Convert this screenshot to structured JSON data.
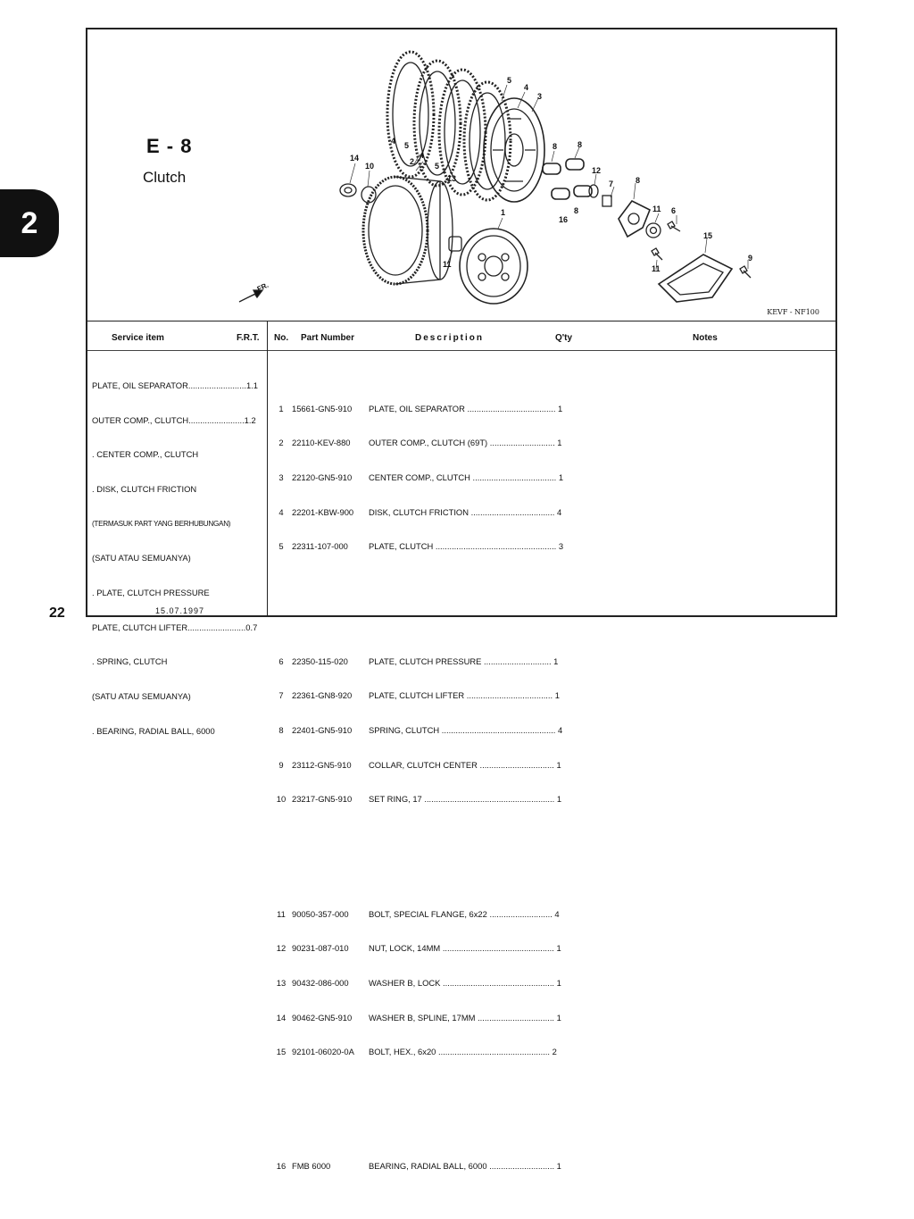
{
  "section_tab": "2",
  "page_number": "22",
  "diagram": {
    "title": "E - 8",
    "subtitle": "Clutch",
    "drawing_code": "KEVF - NF100",
    "front_marker": "FR.",
    "callouts": [
      "5",
      "4",
      "3",
      "8",
      "8",
      "14",
      "10",
      "2",
      "4",
      "5",
      "4",
      "5",
      "13",
      "12",
      "7",
      "8",
      "8",
      "16",
      "11",
      "6",
      "1",
      "15",
      "9",
      "11"
    ]
  },
  "table": {
    "headers": {
      "service_item": "Service item",
      "frt": "F.R.T.",
      "no": "No.",
      "part_number": "Part Number",
      "description": "Description",
      "qty": "Q'ty",
      "notes": "Notes"
    },
    "service_items": [
      "PLATE, OIL SEPARATOR.........................1.1",
      "OUTER COMP., CLUTCH........................1.2",
      ". CENTER COMP., CLUTCH",
      ". DISK, CLUTCH FRICTION",
      "(TERMASUK PART YANG BERHUBUNGAN)",
      "(SATU ATAU SEMUANYA)",
      ". PLATE, CLUTCH PRESSURE",
      "PLATE, CLUTCH LIFTER.........................0.7",
      ". SPRING, CLUTCH",
      "(SATU ATAU SEMUANYA)",
      ". BEARING, RADIAL BALL, 6000"
    ],
    "groups": [
      [
        {
          "no": "1",
          "part": "15661-GN5-910",
          "desc": "PLATE, OIL SEPARATOR ...................................... 1"
        },
        {
          "no": "2",
          "part": "22110-KEV-880",
          "desc": "OUTER COMP., CLUTCH (69T) ............................ 1"
        },
        {
          "no": "3",
          "part": "22120-GN5-910",
          "desc": "CENTER COMP., CLUTCH .................................... 1"
        },
        {
          "no": "4",
          "part": "22201-KBW-900",
          "desc": "DISK, CLUTCH FRICTION .................................... 4"
        },
        {
          "no": "5",
          "part": "22311-107-000",
          "desc": "PLATE, CLUTCH .................................................... 3"
        }
      ],
      [
        {
          "no": "6",
          "part": "22350-115-020",
          "desc": "PLATE, CLUTCH PRESSURE ............................. 1"
        },
        {
          "no": "7",
          "part": "22361-GN8-920",
          "desc": "PLATE, CLUTCH LIFTER ..................................... 1"
        },
        {
          "no": "8",
          "part": "22401-GN5-910",
          "desc": "SPRING, CLUTCH ................................................. 4"
        },
        {
          "no": "9",
          "part": "23112-GN5-910",
          "desc": "COLLAR, CLUTCH CENTER ................................ 1"
        },
        {
          "no": "10",
          "part": "23217-GN5-910",
          "desc": "SET RING, 17 ........................................................ 1"
        }
      ],
      [
        {
          "no": "11",
          "part": "90050-357-000",
          "desc": "BOLT, SPECIAL FLANGE, 6x22 ........................... 4"
        },
        {
          "no": "12",
          "part": "90231-087-010",
          "desc": "NUT, LOCK, 14MM ................................................ 1"
        },
        {
          "no": "13",
          "part": "90432-086-000",
          "desc": "WASHER B, LOCK ................................................ 1"
        },
        {
          "no": "14",
          "part": "90462-GN5-910",
          "desc": "WASHER B, SPLINE, 17MM ................................. 1"
        },
        {
          "no": "15",
          "part": "92101-06020-0A",
          "desc": "BOLT, HEX., 6x20 ................................................ 2"
        }
      ],
      [
        {
          "no": "16",
          "part": "FMB 6000",
          "desc": "BEARING, RADIAL BALL, 6000 ............................ 1"
        }
      ]
    ],
    "date": "15.07.1997"
  }
}
